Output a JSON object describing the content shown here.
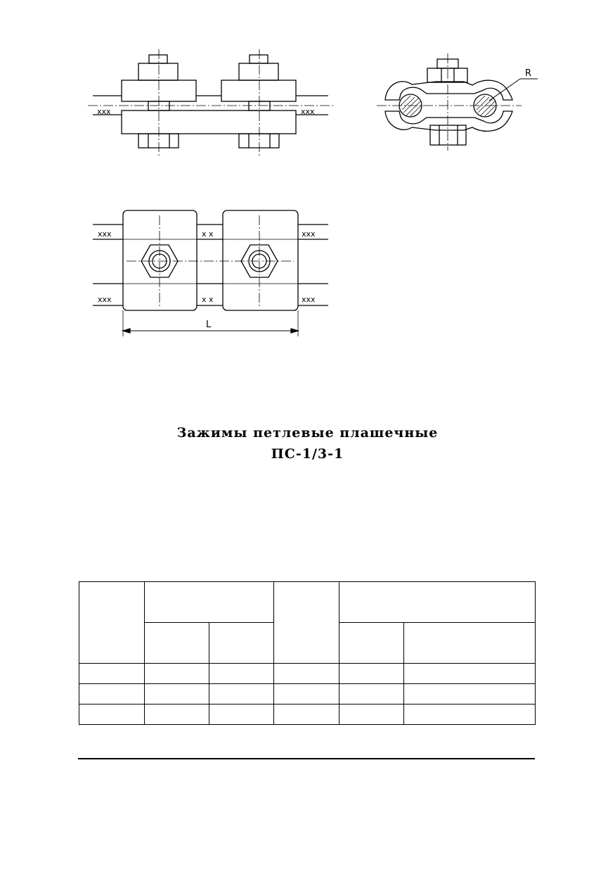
{
  "drawing": {
    "conductor_marks": {
      "front_left": "xxx",
      "front_right": "xxx",
      "top_upper_left": "xxx",
      "top_upper_mid": "x x",
      "top_upper_right": "xxx",
      "top_lower_left": "xxx",
      "top_lower_mid": "x x",
      "top_lower_right": "xxx"
    },
    "dim_length_label": "L",
    "radius_label": "R"
  },
  "title": {
    "line1": "Зажимы петлевые плашечные",
    "line2": "ПС-1/3-1"
  },
  "table": {
    "header_top": [
      "",
      "",
      "",
      ""
    ],
    "header_sub": [
      "",
      "",
      "",
      ""
    ],
    "rows": [
      [
        "",
        "",
        "",
        "",
        "",
        ""
      ],
      [
        "",
        "",
        "",
        "",
        "",
        ""
      ],
      [
        "",
        "",
        "",
        "",
        "",
        ""
      ]
    ]
  }
}
